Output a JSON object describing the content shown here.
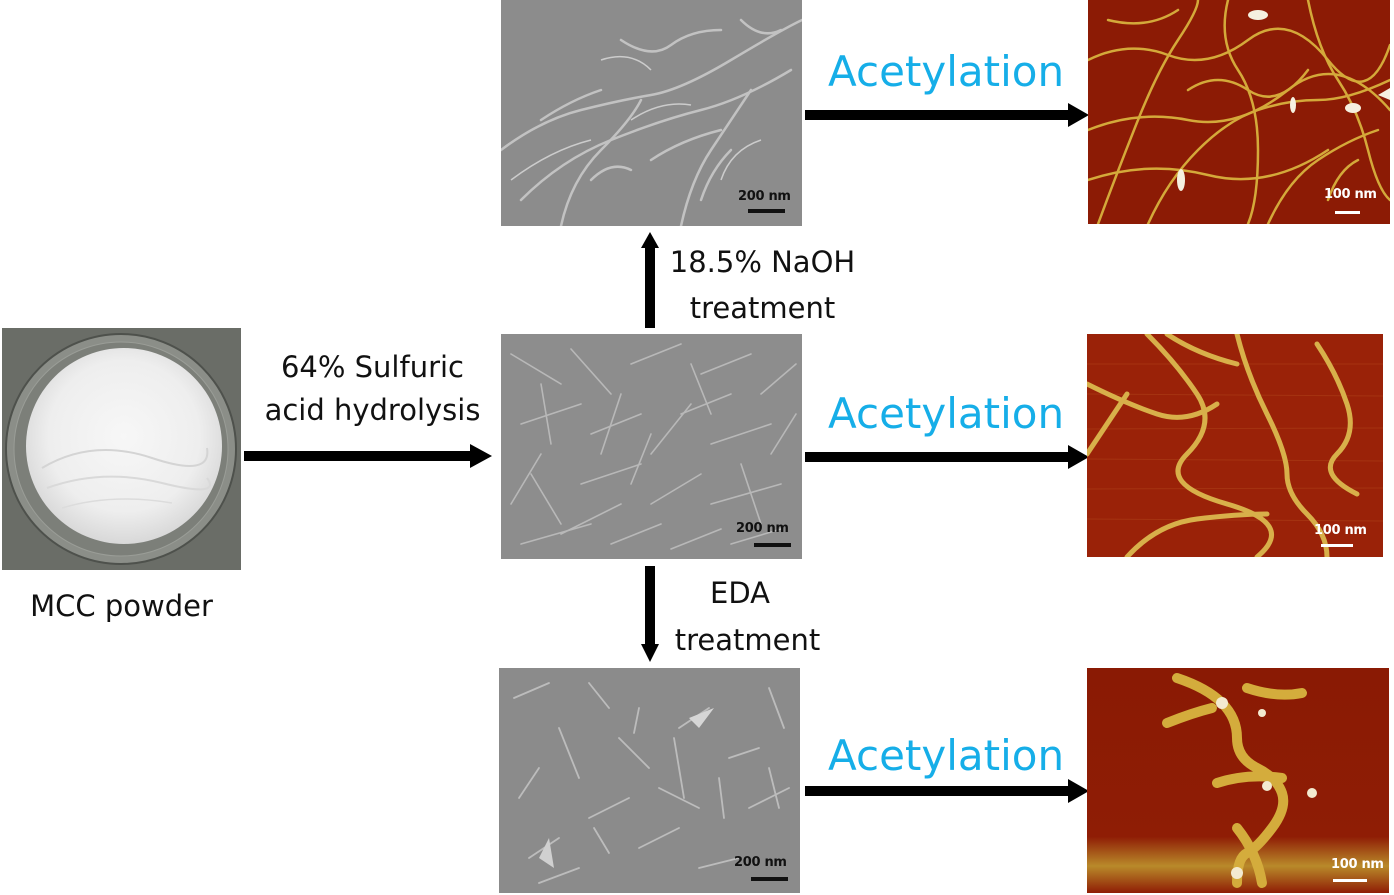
{
  "figure": {
    "start_material": {
      "caption": "MCC powder",
      "image_type": "photograph"
    },
    "steps": {
      "hydrolysis": {
        "line1": "64% Sulfuric",
        "line2": "acid hydrolysis"
      },
      "naoh": {
        "line1": "18.5% NaOH",
        "line2": "treatment"
      },
      "eda": {
        "line1": "EDA",
        "line2": "treatment"
      }
    },
    "acetylation": [
      {
        "label": "Acetylation"
      },
      {
        "label": "Acetylation"
      },
      {
        "label": "Acetylation"
      }
    ],
    "sem_images": [
      {
        "position": "top",
        "scale": "200 nm"
      },
      {
        "position": "middle",
        "scale": "200 nm"
      },
      {
        "position": "bottom",
        "scale": "200 nm"
      }
    ],
    "afm_images": [
      {
        "position": "top",
        "scale": "100 nm"
      },
      {
        "position": "middle",
        "scale": "100 nm"
      },
      {
        "position": "bottom",
        "scale": "100 nm"
      }
    ],
    "colors": {
      "acetylation_text": "#16aee8",
      "arrow": "#000000",
      "afm_background": "#8e1c06",
      "afm_fibril": "#d9b23a",
      "sem_background": "#8a8a8a"
    }
  }
}
